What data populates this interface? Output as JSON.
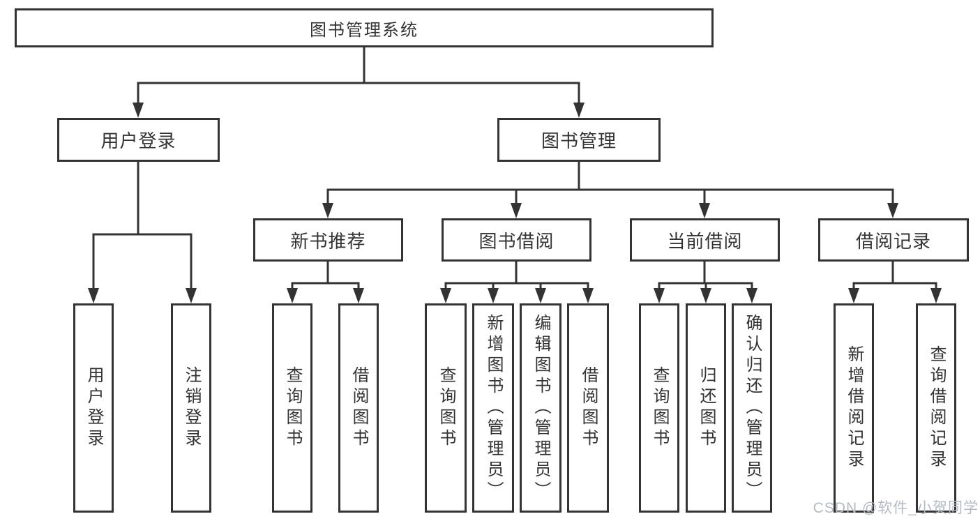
{
  "colors": {
    "ink": "#333333",
    "background": "#ffffff",
    "watermark_color": "#b3bac1"
  },
  "watermark": "CSDN @软件_小贺同学",
  "tree": {
    "label": "图书管理系统",
    "children": [
      {
        "label": "用户登录",
        "children": [
          {
            "label": "用户登录"
          },
          {
            "label": "注销登录"
          }
        ]
      },
      {
        "label": "图书管理",
        "children": [
          {
            "label": "新书推荐",
            "children": [
              {
                "label": "查询图书"
              },
              {
                "label": "借阅图书"
              }
            ]
          },
          {
            "label": "图书借阅",
            "children": [
              {
                "label": "查询图书"
              },
              {
                "label": "新增图书（管理员）"
              },
              {
                "label": "编辑图书（管理员）"
              },
              {
                "label": "借阅图书"
              }
            ]
          },
          {
            "label": "当前借阅",
            "children": [
              {
                "label": "查询图书"
              },
              {
                "label": "归还图书"
              },
              {
                "label": "确认归还（管理员）"
              }
            ]
          },
          {
            "label": "借阅记录",
            "children": [
              {
                "label": "新增借阅记录"
              },
              {
                "label": "查询借阅记录"
              }
            ]
          }
        ]
      }
    ]
  }
}
